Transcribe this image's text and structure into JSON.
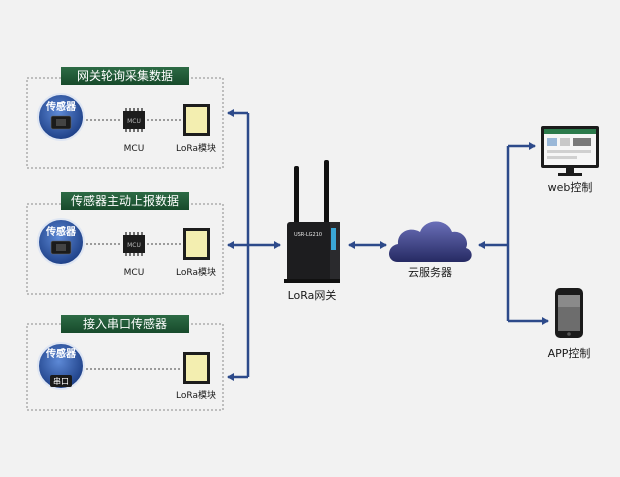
{
  "groups": [
    {
      "title": "网关轮询采集数据",
      "sensor_label": "传感器",
      "sensor_sub": "",
      "mcu_chip_text": "MCU",
      "mcu_label": "MCU",
      "lora_label": "LoRa模块"
    },
    {
      "title": "传感器主动上报数据",
      "sensor_label": "传感器",
      "sensor_sub": "",
      "mcu_chip_text": "MCU",
      "mcu_label": "MCU",
      "lora_label": "LoRa模块"
    },
    {
      "title": "接入串口传感器",
      "sensor_label": "传感器",
      "sensor_sub": "串口",
      "lora_label": "LoRa模块"
    }
  ],
  "gateway": {
    "label": "LoRa网关",
    "device_text": "USR-LG210"
  },
  "cloud": {
    "label": "云服务器"
  },
  "web": {
    "label": "web控制"
  },
  "app": {
    "label": "APP控制"
  },
  "colors": {
    "arrow": "#2d4a8a",
    "title_bar": "#1f5a37",
    "sensor_circle": "#2f5aa6",
    "cloud": "#3a3f85",
    "lora_chip": "#f3eeb0"
  }
}
